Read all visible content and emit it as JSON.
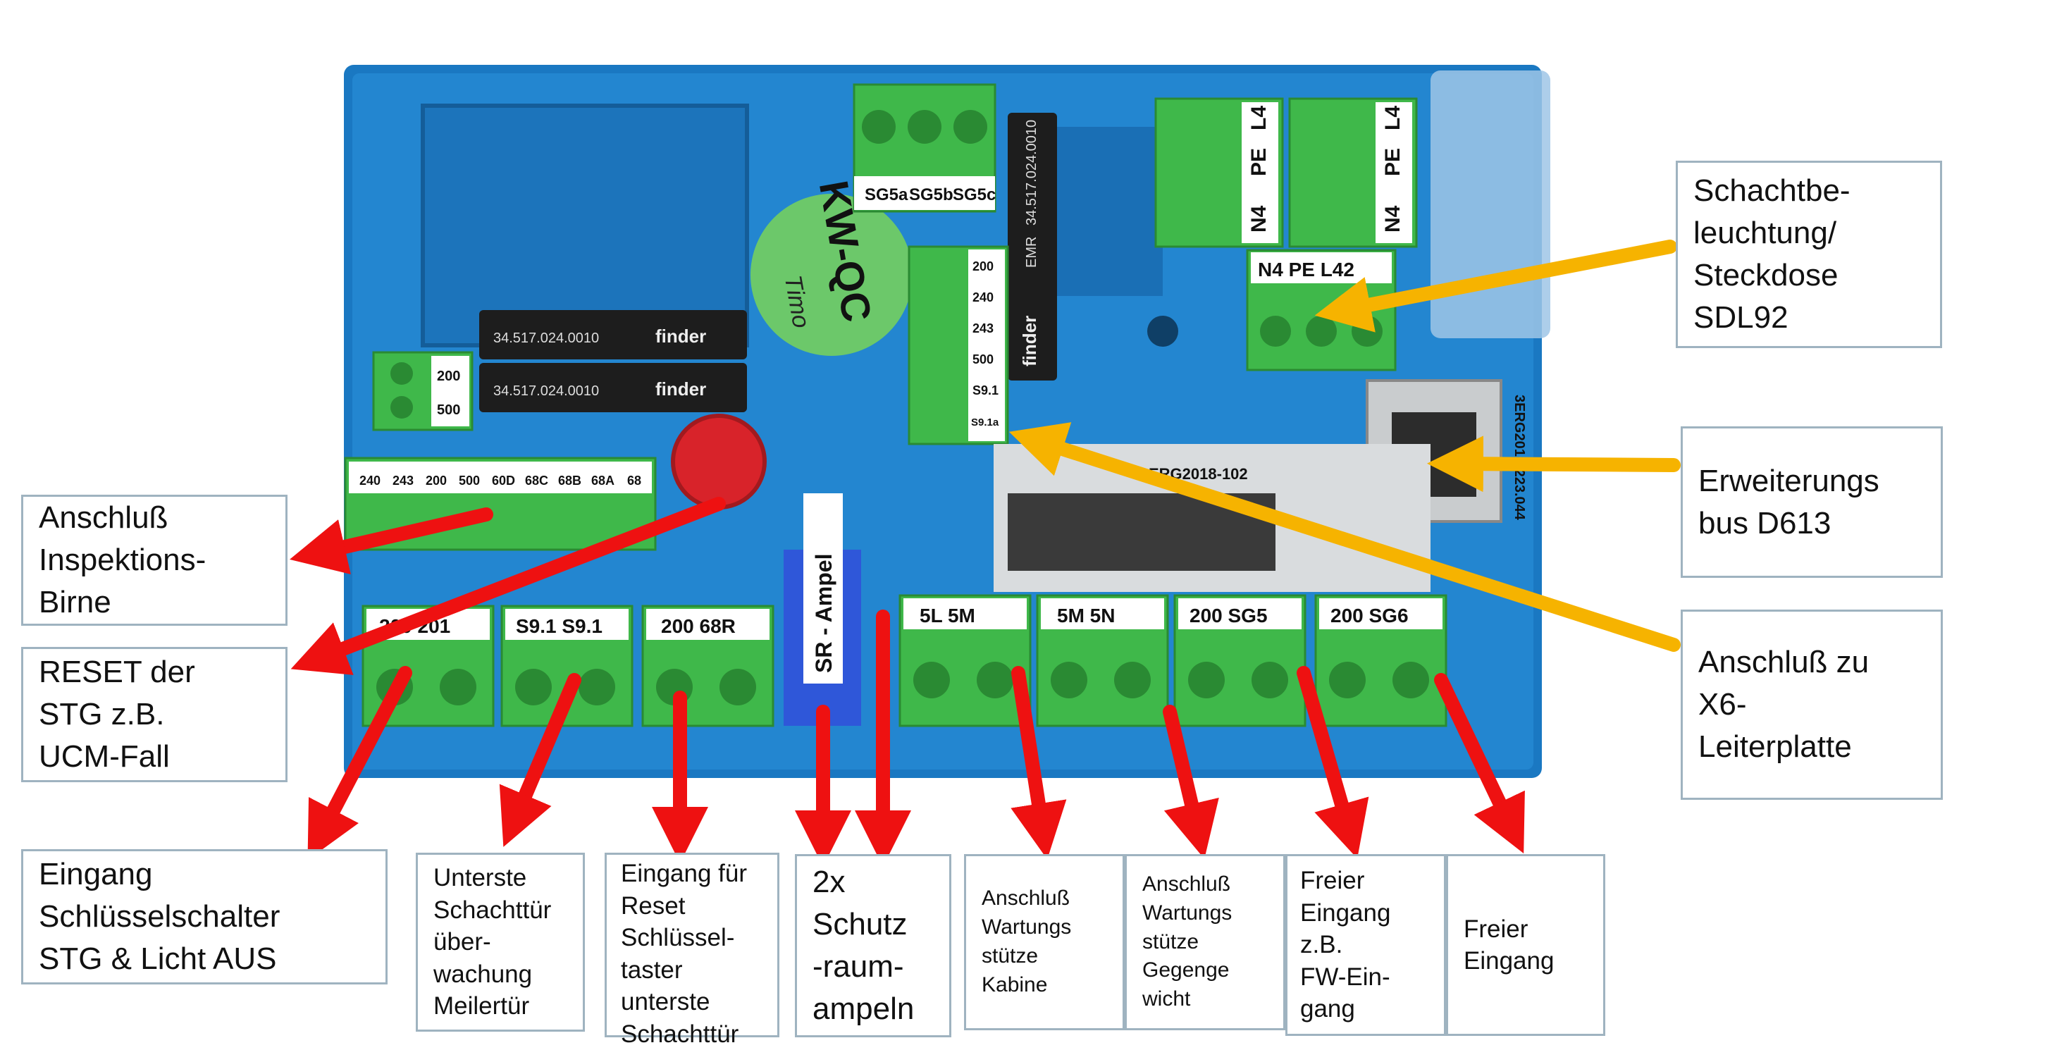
{
  "colors": {
    "board": "#1f7fc9",
    "terminal": "#3fb84a",
    "arrow_red": "#ee1111",
    "arrow_yellow": "#f6b300",
    "callout_border": "#9fb3c0"
  },
  "board": {
    "sticker_text": "KW-QC",
    "sticker_sign": "Timo",
    "relay_text": [
      "finder",
      "EMR",
      "34.517.024.0010"
    ],
    "top_terminal_labels": [
      "SG5a",
      "SG5b",
      "SG5c"
    ],
    "power_block_a": [
      "N4",
      "PE",
      "L4"
    ],
    "power_block_b": [
      "N4",
      "PE",
      "L4"
    ],
    "power_block_c": "N4  PE  L42",
    "left_small_labels": [
      "200",
      "500"
    ],
    "mid_vertical_labels": [
      "200",
      "240",
      "243",
      "500",
      "S9.1",
      "S9.1a"
    ],
    "inspection_labels": [
      "240",
      "243",
      "200",
      "500",
      "60D",
      "68C",
      "68B",
      "68A",
      "68"
    ],
    "sr_ampel_label": "SR - Ampel",
    "barcode_text": "ERG2018-102",
    "side_label": "3ERG2018-223.044",
    "bottom_terminals": [
      "200  201",
      "S9.1  S9.1",
      "200  68R",
      "5L  5M",
      "5M  5N",
      "200  SG5",
      "200  SG6"
    ]
  },
  "callouts": {
    "schachtbeleuchtung": [
      "Schachtbe-",
      "leuchtung/",
      "Steckdose",
      "SDL92"
    ],
    "erweiterungsbus": [
      "Erweiterungs",
      "bus D613"
    ],
    "x6": [
      "Anschluß zu",
      "X6-",
      "Leiterplatte"
    ],
    "inspektion": [
      "Anschluß",
      "Inspektions-",
      "Birne"
    ],
    "reset": [
      "RESET der",
      "STG z.B.",
      "UCM-Fall"
    ],
    "schluesselschalter": [
      "Eingang",
      "Schlüsselschalter",
      "STG & Licht AUS"
    ],
    "unterste_tuer": [
      "Unterste",
      "Schachttür",
      "über-",
      "wachung",
      "Meilertür"
    ],
    "reset_taster": [
      "Eingang für",
      "Reset",
      "Schlüssel-",
      "taster",
      "unterste",
      "Schachttür"
    ],
    "schutzraum": [
      "2x",
      "Schutz",
      "-raum-",
      "ampeln"
    ],
    "wartung_kabine": [
      "Anschluß",
      "Wartungs",
      "stütze",
      "Kabine"
    ],
    "wartung_gegen": [
      "Anschluß",
      "Wartungs",
      "stütze",
      "Gegenge",
      "wicht"
    ],
    "freier_fw": [
      "Freier",
      "Eingang",
      "z.B.",
      "FW-Ein-",
      "gang"
    ],
    "freier": [
      "Freier",
      "Eingang"
    ]
  }
}
